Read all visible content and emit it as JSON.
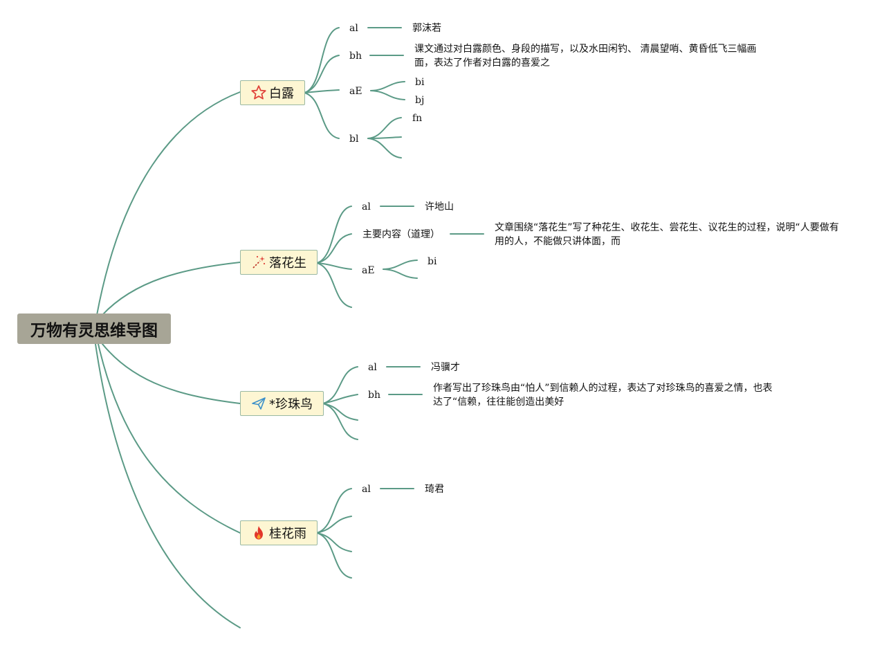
{
  "title": "万物有灵思维导图",
  "colors": {
    "line": "#5b9a86",
    "root_bg": "#a7a596",
    "topic_bg": "#fdf6d3",
    "topic_border": "#99b8a2"
  },
  "topics": [
    {
      "label": "白露",
      "icon": "star-icon",
      "children": [
        {
          "label": "al",
          "value": "郭沫若"
        },
        {
          "label": "bh",
          "value": "课文通过对白露颜色、身段的描写，以及水田闲钓、 清晨望哨、黄昏低飞三幅画面，表达了作者对白露的喜爱之"
        },
        {
          "label": "aE",
          "subs": [
            "bi",
            "bj"
          ]
        },
        {
          "label": "bl",
          "subs": [
            "fn",
            "",
            ""
          ]
        }
      ]
    },
    {
      "label": "落花生",
      "icon": "magic-wand-icon",
      "children": [
        {
          "label": "al",
          "value": "许地山"
        },
        {
          "label": "主要内容（道理）",
          "value": "文章围绕“落花生”写了种花生、收花生、尝花生、议花生的过程，说明“人要做有用的人，不能做只讲体面，而"
        },
        {
          "label": "aE",
          "subs": [
            "bi",
            ""
          ]
        },
        {
          "label": ""
        }
      ]
    },
    {
      "label": "*珍珠鸟",
      "icon": "paper-plane-icon",
      "children": [
        {
          "label": "al",
          "value": "冯骥才"
        },
        {
          "label": "bh",
          "value": "作者写出了珍珠鸟由“怕人”到信赖人的过程，表达了对珍珠鸟的喜爱之情，也表达了“信赖，往往能创造出美好"
        },
        {
          "label": ""
        },
        {
          "label": ""
        }
      ]
    },
    {
      "label": "桂花雨",
      "icon": "flame-icon",
      "children": [
        {
          "label": "al",
          "value": "琦君"
        },
        {
          "label": ""
        },
        {
          "label": ""
        },
        {
          "label": ""
        }
      ]
    }
  ]
}
